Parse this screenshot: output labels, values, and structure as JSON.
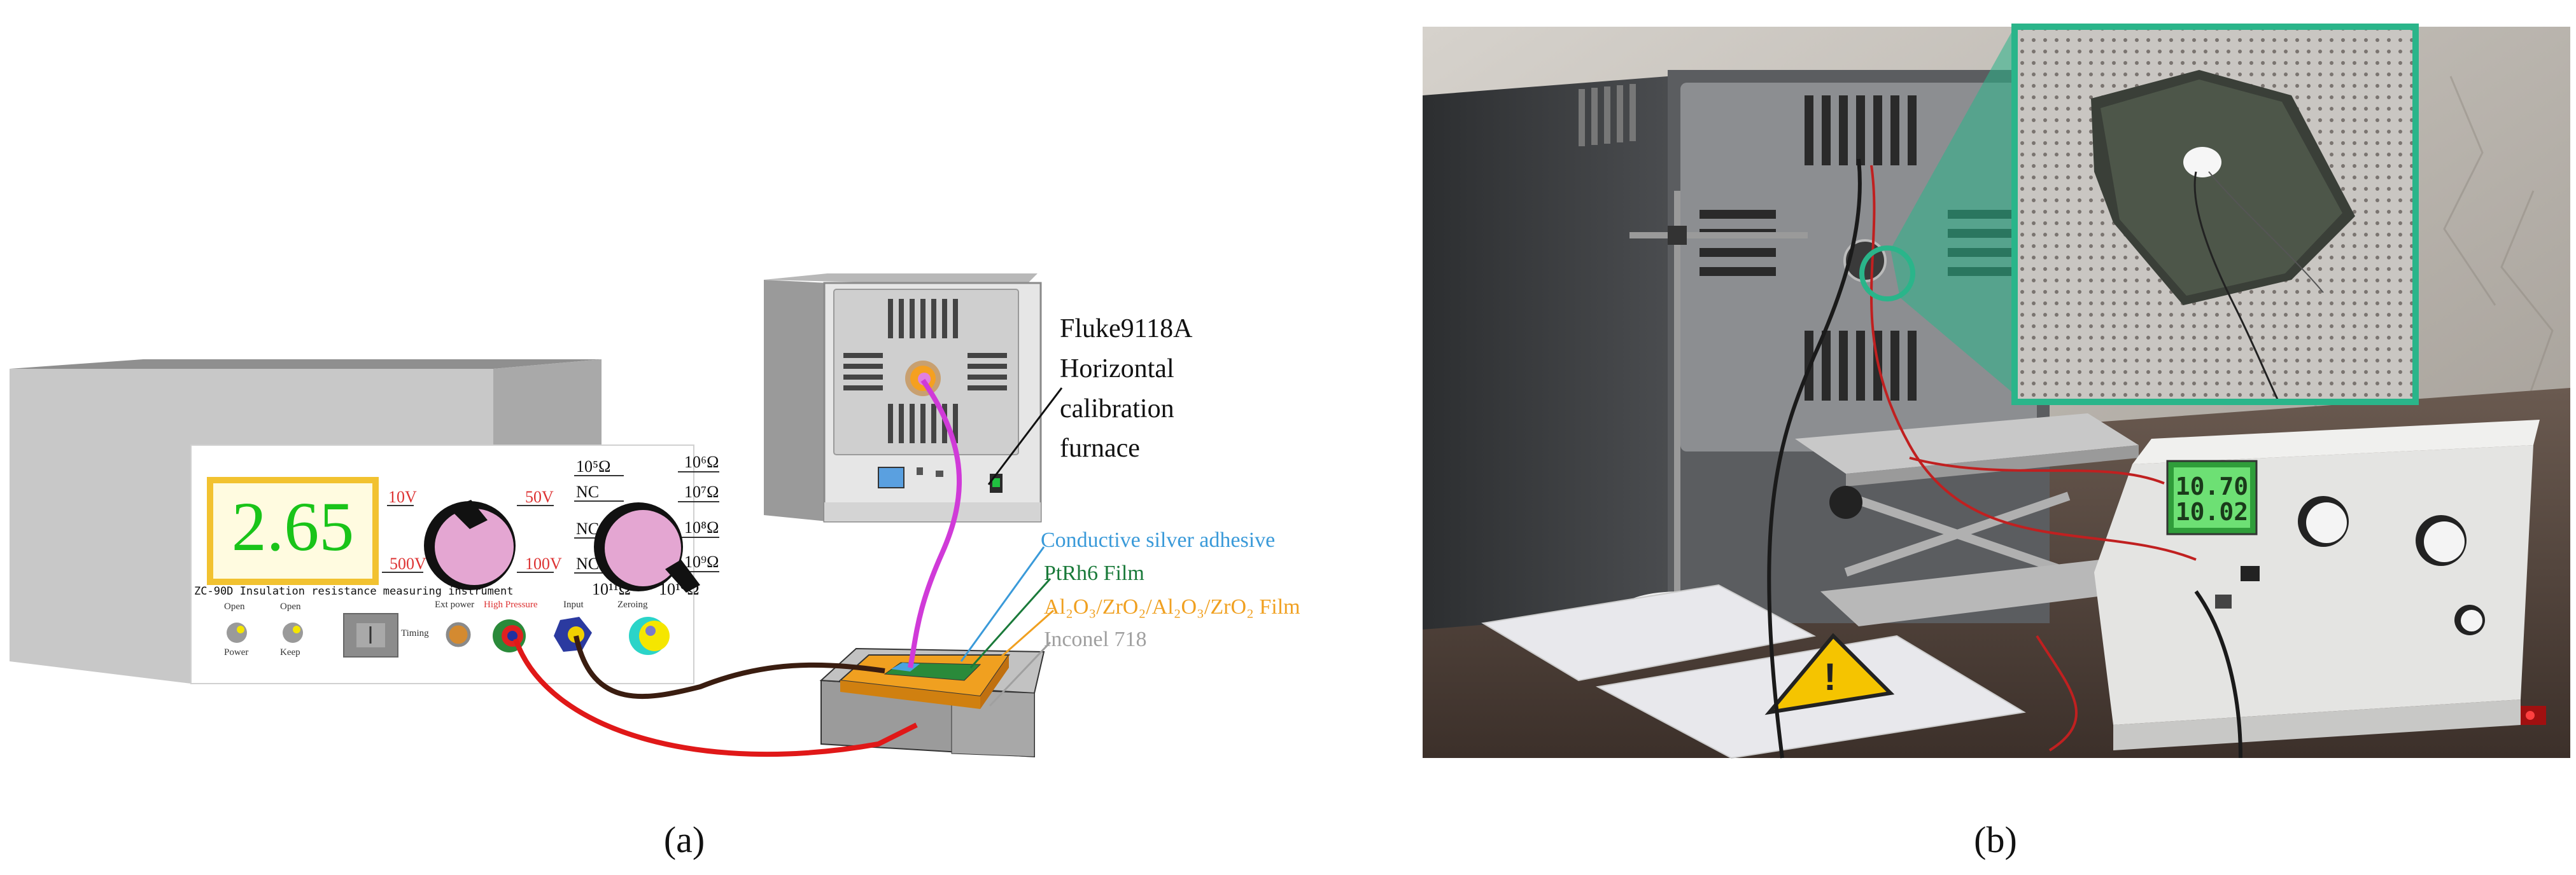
{
  "panel_a": {
    "caption": "(a)",
    "meter": {
      "display_value": "2.65",
      "model_label": "ZC-90D  Insulation resistance measuring instrument",
      "voltage_labels": [
        "10V",
        "50V",
        "100V",
        "500V"
      ],
      "range_left": [
        "10⁵Ω",
        "NC",
        "NC",
        "NC"
      ],
      "range_right": [
        "10⁶Ω",
        "10⁷Ω",
        "10⁸Ω",
        "10⁹Ω",
        "10¹⁰Ω",
        "10¹¹Ω"
      ],
      "panel_labels": {
        "open1": "Open",
        "power": "Power",
        "open2": "Open",
        "keep": "Keep",
        "timing": "Timing",
        "ext_power": "Ext power",
        "high_pressure": "High Pressure",
        "input": "Input",
        "zeroing": "Zeroing"
      }
    },
    "furnace_label": [
      "Fluke9118A",
      "Horizontal",
      "calibration",
      "furnace"
    ],
    "layers": [
      {
        "text": "Conductive silver adhesive",
        "color": "#3a9ad9"
      },
      {
        "text": "PtRh6  Film",
        "color": "#1a7a3a"
      },
      {
        "text": "Al₂O₃/ZrO₂/Al₂O₃/ZrO₂ Film",
        "color": "#f0a020"
      },
      {
        "text": "Inconel 718",
        "color": "#a0a0a0"
      }
    ]
  },
  "panel_b": {
    "caption": "(b)",
    "meter_display": [
      "10.70",
      "10.02"
    ],
    "inset_border_color": "#2ab58a"
  }
}
